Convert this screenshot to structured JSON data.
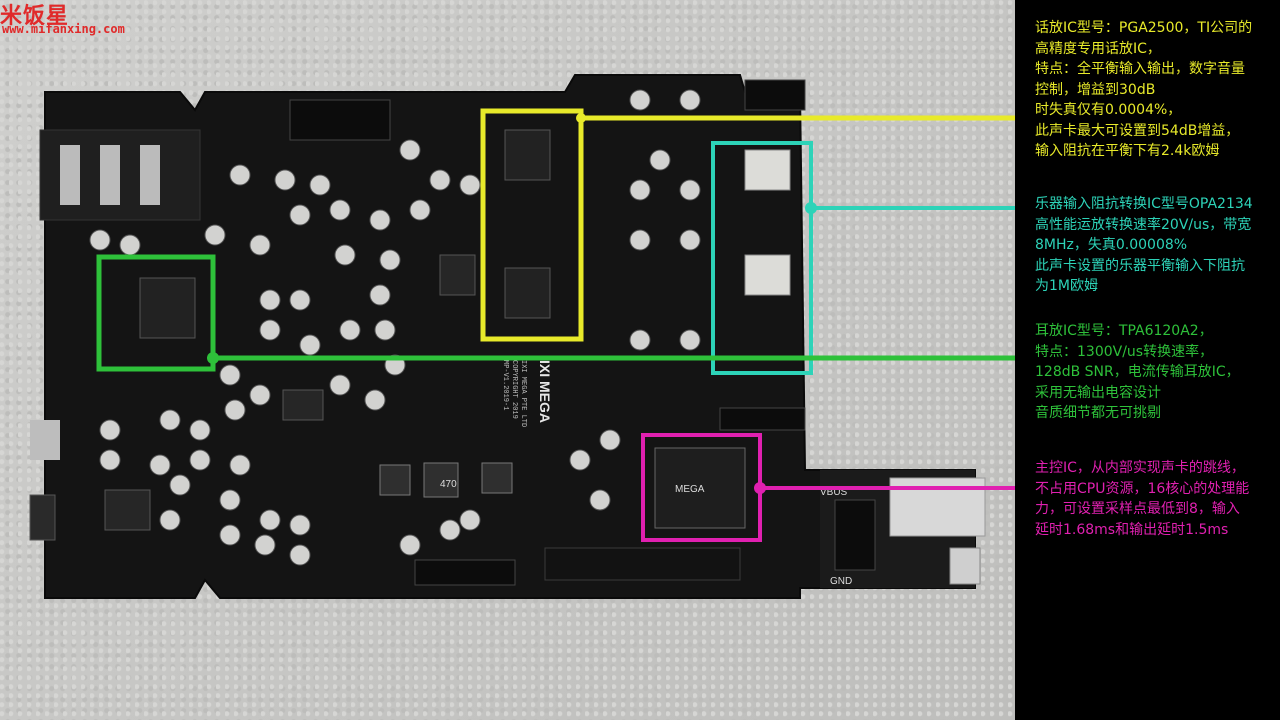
{
  "logo": {
    "brand": "米饭星",
    "url": "www.mifanxing.com"
  },
  "board": {
    "brand_text": "IXI MEGA",
    "silkscreen": [
      "IXI MEGA PTE LTD",
      "COPYRIGHT 2019",
      "MP-V1.2019-1"
    ],
    "chip_label": "MEGA",
    "inductor_label": "470",
    "header_labels": [
      "VBUS",
      "GND"
    ]
  },
  "annotations": [
    {
      "id": "preamp",
      "color": "#e8ea2a",
      "text": "话放IC型号：PGA2500，TI公司的\n高精度专用话放IC，\n特点：全平衡输入输出，数字音量\n控制，增益到30dB\n时失真仅有0.0004%，\n此声卡最大可设置到54dB增益，\n输入阻抗在平衡下有2.4k欧姆"
    },
    {
      "id": "instrument",
      "color": "#2dd3b8",
      "text": "乐器输入阻抗转换IC型号OPA2134\n高性能运放转换速率20V/us，带宽\n8MHz，失真0.00008%\n此声卡设置的乐器平衡输入下阻抗\n为1M欧姆"
    },
    {
      "id": "headphone",
      "color": "#2ec13a",
      "text": "耳放IC型号：TPA6120A2，\n特点：1300V/us转换速率，\n128dB SNR，电流传输耳放IC，\n采用无输出电容设计\n音质细节都无可挑剔"
    },
    {
      "id": "main",
      "color": "#e020b0",
      "text": "主控IC，从内部实现声卡的跳线，\n不占用CPU资源，16核心的处理能\n力，可设置采样点最低到8，输入\n延时1.68ms和输出延时1.5ms"
    }
  ]
}
